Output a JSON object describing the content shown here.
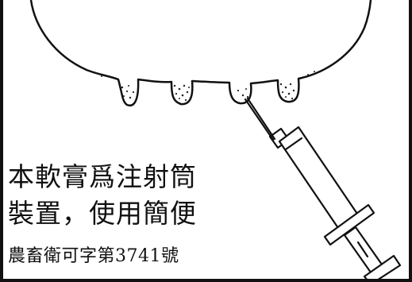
{
  "caption": {
    "line1": "本軟膏爲注射筒",
    "line2": "裝置，使用簡便",
    "line3": "農畜衛可字第3741號"
  },
  "illustration": {
    "subject": "udder-with-teats",
    "tool": "syringe-icon",
    "ink_color": "#111111",
    "paper_color": "#ffffff"
  }
}
